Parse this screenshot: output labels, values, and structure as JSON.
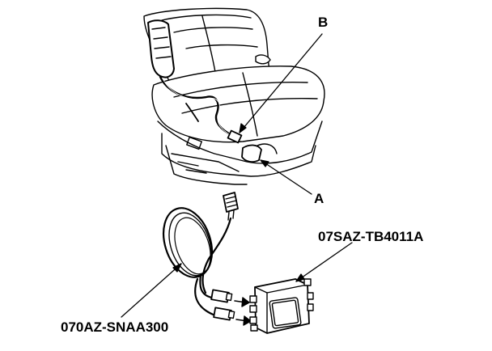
{
  "diagram": {
    "callouts": {
      "b": "B",
      "a": "A",
      "test_box_part": "07SAZ-TB4011A",
      "harness_part": "070AZ-SNAA300"
    },
    "colors": {
      "line": "#000000",
      "background": "#ffffff"
    }
  }
}
